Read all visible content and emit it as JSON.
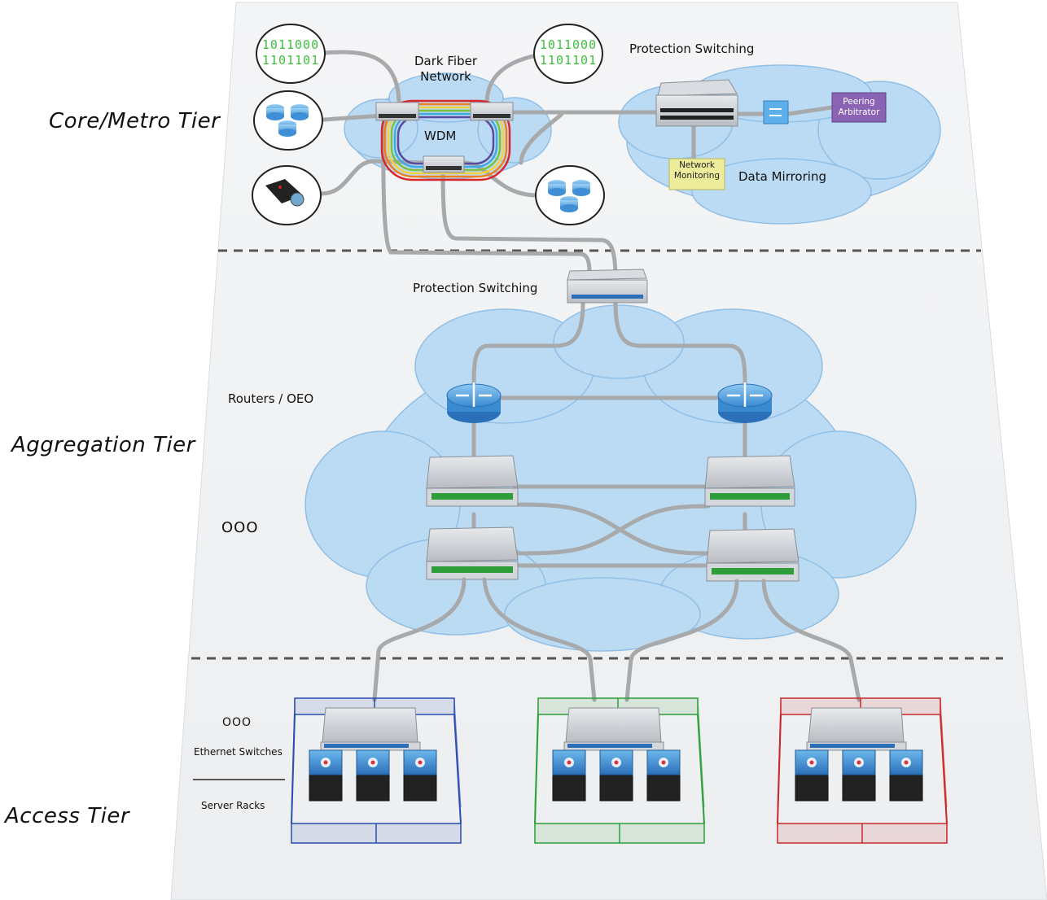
{
  "tiers": {
    "core": "Core/Metro Tier",
    "aggregation": "Aggregation Tier",
    "access": "Access Tier"
  },
  "core": {
    "dark_fiber_line1": "Dark Fiber",
    "dark_fiber_line2": "Network",
    "wdm": "WDM",
    "protection_switching": "Protection Switching",
    "data_mirroring": "Data Mirroring",
    "network_monitoring_line1": "Network",
    "network_monitoring_line2": "Monitoring",
    "peering_line1": "Peering",
    "peering_line2": "Arbitrator",
    "binary_left_line1": "1011000",
    "binary_left_line2": "1101101",
    "binary_right_line1": "1011000",
    "binary_right_line2": "1101101"
  },
  "aggregation": {
    "protection_switching": "Protection Switching",
    "routers": "Routers / OEO",
    "ooo": "OOO"
  },
  "access": {
    "ooo": "OOO",
    "ethernet_switches": "Ethernet Switches",
    "server_racks": "Server Racks",
    "cage_colors": [
      "#2a4db0",
      "#2e9e3a",
      "#c8282a"
    ]
  },
  "colors": {
    "cloud_fill": "#b8daf3",
    "cloud_stroke": "#8cbde6",
    "fiber": "#a7a9ab",
    "divider": "#555555"
  }
}
